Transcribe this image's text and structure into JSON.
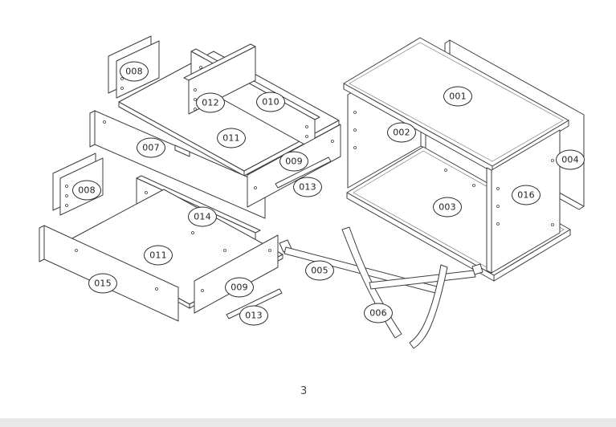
{
  "page": {
    "number": "3"
  },
  "colors": {
    "background": "#ffffff",
    "line": "#3d3d3d",
    "callout_border": "#2b2b2b",
    "footer_bar": "#e8e8e8",
    "label_text": "#1e1e1e"
  },
  "parts": {
    "001": "001",
    "002": "002",
    "003": "003",
    "004": "004",
    "005": "005",
    "006": "006",
    "007": "007",
    "008": "008",
    "009": "009",
    "010": "010",
    "011": "011",
    "012": "012",
    "013": "013",
    "014": "014",
    "015": "015",
    "016": "016"
  }
}
